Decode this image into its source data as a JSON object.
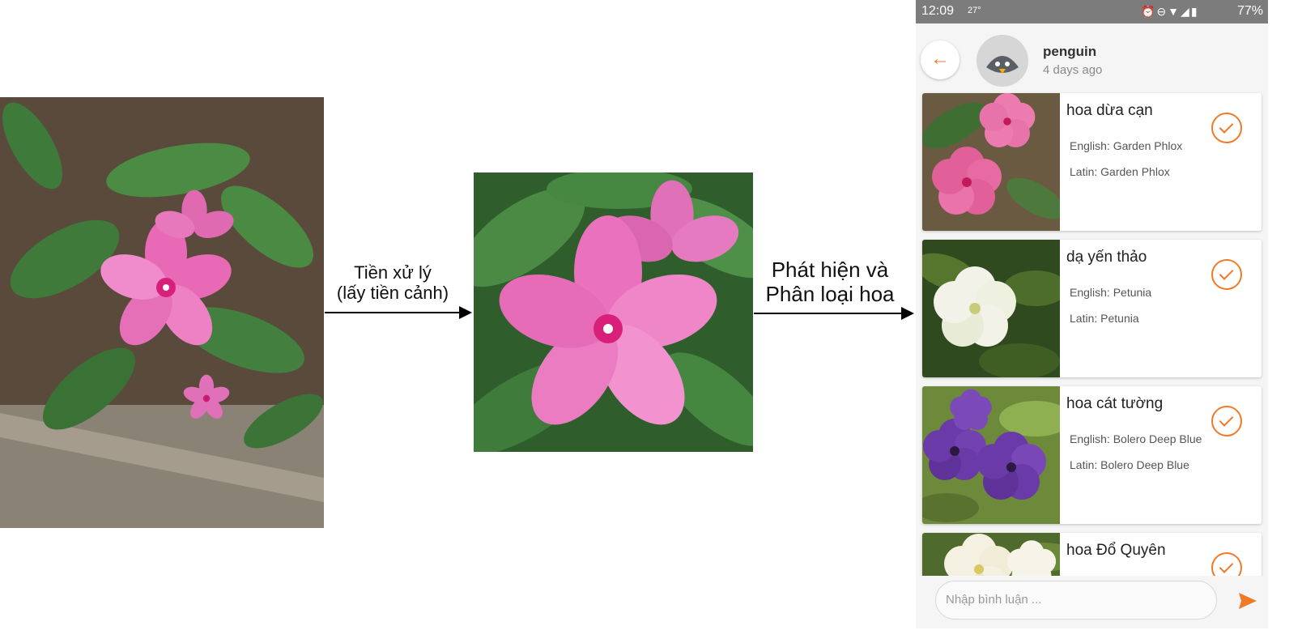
{
  "diagram": {
    "step1_label_line1": "Tiền xử lý",
    "step1_label_line2": "(lấy tiền cảnh)",
    "step2_label_line1": "Phát hiện và",
    "step2_label_line2": "Phân loại hoa"
  },
  "phone": {
    "status_bar": {
      "time": "12:09",
      "temperature": "27°",
      "battery": "77%"
    },
    "header": {
      "user_name": "penguin",
      "time_ago": "4 days ago"
    },
    "results": [
      {
        "title": "hoa dừa cạn",
        "english": "English: Garden Phlox",
        "latin": "Latin: Garden Phlox",
        "thumb_color": "#e2609a"
      },
      {
        "title": "dạ yến thảo",
        "english": "English: Petunia",
        "latin": "Latin: Petunia",
        "thumb_color": "#f2f2e8"
      },
      {
        "title": "hoa cát tường",
        "english": "English: Bolero Deep Blue",
        "latin": "Latin: Bolero Deep Blue",
        "thumb_color": "#6a3aa8"
      },
      {
        "title": "hoa Đổ Quyên",
        "english": "",
        "latin": "",
        "thumb_color": "#f4f1e2"
      }
    ],
    "comment_placeholder": "Nhập bình luận ...",
    "accent_color": "#f07a28"
  }
}
